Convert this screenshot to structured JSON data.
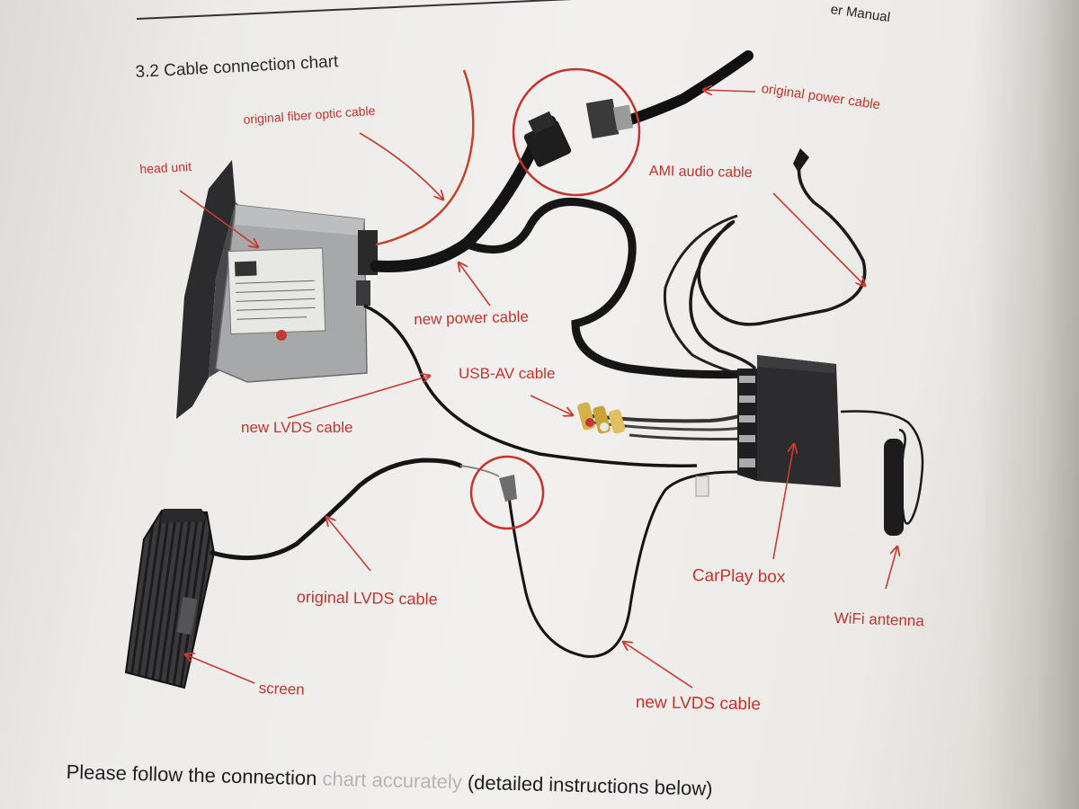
{
  "header": {
    "title": "er Manual"
  },
  "section": {
    "title": "3.2 Cable connection chart"
  },
  "labels": {
    "original_fiber_optic_cable": "original fiber optic cable",
    "head_unit": "head unit",
    "original_power_cable": "original power cable",
    "ami_audio_cable": "AMI audio cable",
    "new_power_cable": "new power cable",
    "usb_av_cable": "USB-AV cable",
    "new_lvds_cable_upper": "new LVDS cable",
    "original_lvds_cable": "original LVDS cable",
    "screen": "screen",
    "carplay_box": "CarPlay box",
    "wifi_antenna": "WiFi antenna",
    "new_lvds_cable_lower": "new LVDS cable"
  },
  "footer": {
    "text_start": "Please follow the connection ",
    "text_faded": "chart accurately",
    "text_end": " (detailed instructions below)"
  },
  "colors": {
    "label_red": "#c8322c",
    "arrow_red": "#cc3a32",
    "cable_black": "#141414",
    "fiber_orange": "#c0452b"
  }
}
